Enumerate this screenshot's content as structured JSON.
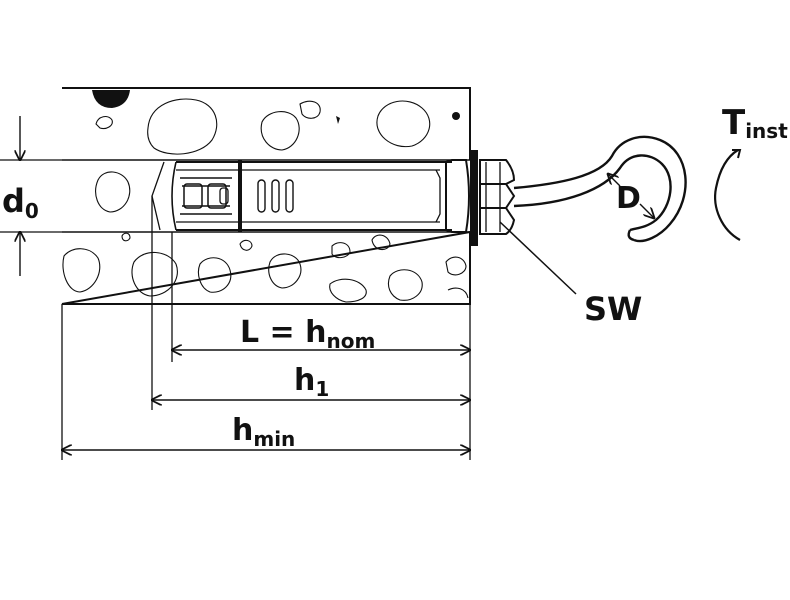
{
  "labels": {
    "d0": {
      "main": "d",
      "sub": "0"
    },
    "L": {
      "main": "L = h",
      "sub": "nom"
    },
    "h1": {
      "main": "h",
      "sub": "1"
    },
    "hmin": {
      "main": "h",
      "sub": "min"
    },
    "tinst": {
      "main": "T",
      "sub": "inst"
    },
    "D": {
      "main": "D"
    },
    "SW": {
      "main": "SW"
    }
  }
}
